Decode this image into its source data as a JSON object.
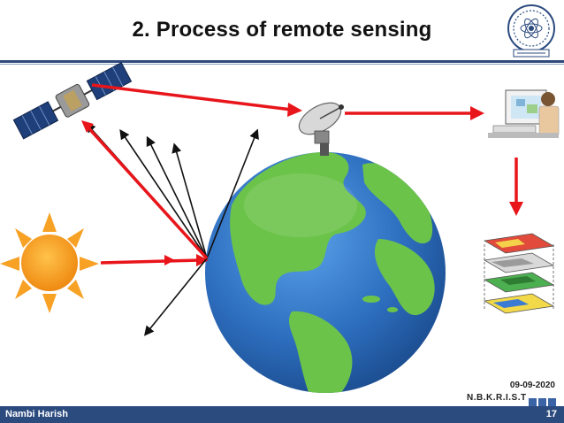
{
  "slide": {
    "title": "2. Process of remote sensing",
    "date": "09-09-2020",
    "organization": "N.B.K.R.I.S.T",
    "author": "Nambi Harish",
    "page_number": "17"
  },
  "colors": {
    "arrow_red": "#e8151b",
    "footer_blue": "#2b4a7e",
    "sun_orange": "#f39a1e",
    "ocean_blue": "#2e6fc0",
    "land_green": "#6cc34a"
  },
  "icons": [
    "satellite-icon",
    "sun-icon",
    "earth-globe-icon",
    "satellite-dish-icon",
    "computer-workstation-icon",
    "gis-layers-icon",
    "institute-logo-icon"
  ]
}
